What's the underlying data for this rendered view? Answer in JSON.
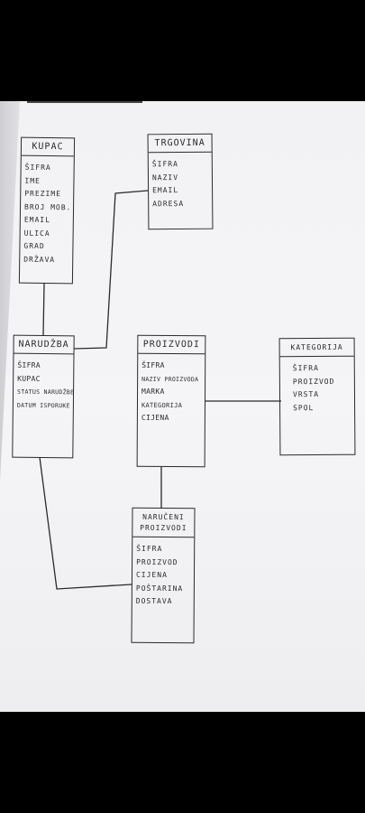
{
  "diagram": {
    "entities": [
      {
        "id": "kupac",
        "title": "KUPAC",
        "fields": [
          "ŠIFRA",
          "IME",
          "PREZIME",
          "BROJ MOB.",
          "EMAIL",
          "ULICA",
          "GRAD",
          "DRŽAVA"
        ]
      },
      {
        "id": "trgovina",
        "title": "TRGOVINA",
        "fields": [
          "ŠIFRA",
          "NAZIV",
          "EMAIL",
          "ADRESA"
        ]
      },
      {
        "id": "narudzba",
        "title": "NARUDŽBA",
        "fields": [
          "ŠIFRA",
          "KUPAC",
          "STATUS NARUDŽBE",
          "DATUM ISPORUKE"
        ]
      },
      {
        "id": "proizvodi",
        "title": "PROIZVODI",
        "fields": [
          "ŠIFRA",
          "NAZIV PROIZVODA",
          "MARKA",
          "KATEGORIJA",
          "CIJENA"
        ]
      },
      {
        "id": "kategorija",
        "title": "KATEGORIJA",
        "fields": [
          "ŠIFRA",
          "PROIZVOD",
          "VRSTA",
          "SPOL"
        ]
      },
      {
        "id": "naruceni",
        "title": "NARUČENI PROIZVODI",
        "fields": [
          "ŠIFRA",
          "PROIZVOD",
          "CIJENA",
          "POŠTARINA",
          "DOSTAVA"
        ]
      }
    ],
    "colors": {
      "ink": "#2a2a2e",
      "paper": "#f3f3f5",
      "background": "#000000"
    }
  }
}
